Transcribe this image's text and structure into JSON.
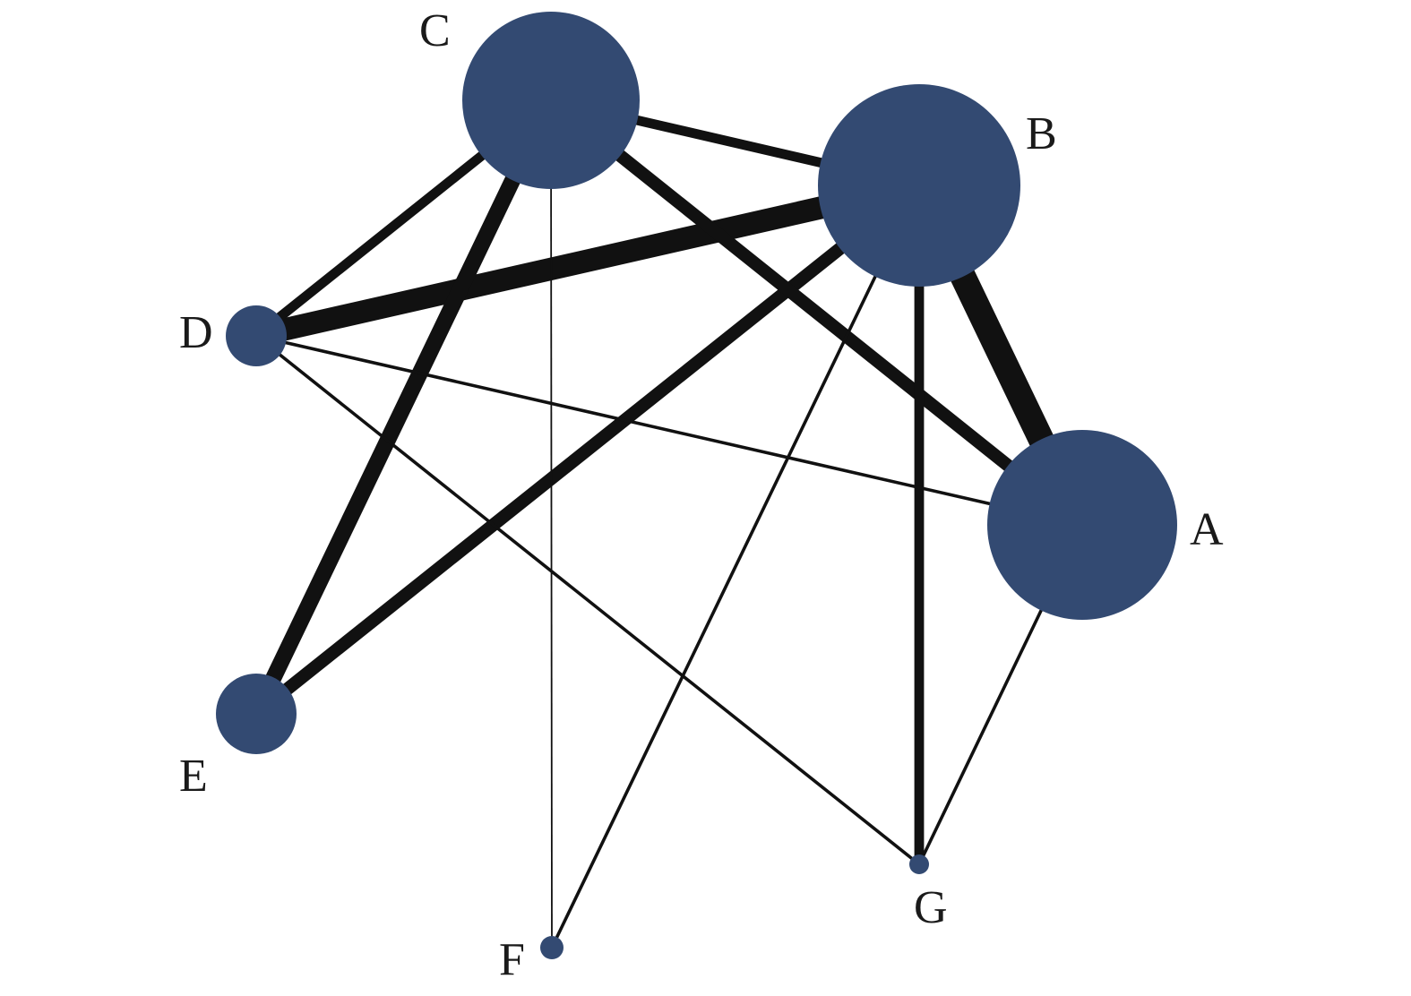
{
  "diagram": {
    "type": "network",
    "colors": {
      "node": "#334a72",
      "edge": "#111111"
    },
    "nodes": [
      {
        "id": "A",
        "label": "A"
      },
      {
        "id": "B",
        "label": "B"
      },
      {
        "id": "C",
        "label": "C"
      },
      {
        "id": "D",
        "label": "D"
      },
      {
        "id": "E",
        "label": "E"
      },
      {
        "id": "F",
        "label": "F"
      },
      {
        "id": "G",
        "label": "G"
      }
    ],
    "edges": [
      {
        "source": "A",
        "target": "B",
        "weight": 8
      },
      {
        "source": "B",
        "target": "D",
        "weight": 7
      },
      {
        "source": "C",
        "target": "E",
        "weight": 5
      },
      {
        "source": "B",
        "target": "E",
        "weight": 4
      },
      {
        "source": "C",
        "target": "A",
        "weight": 4
      },
      {
        "source": "C",
        "target": "B",
        "weight": 3
      },
      {
        "source": "C",
        "target": "D",
        "weight": 3
      },
      {
        "source": "B",
        "target": "G",
        "weight": 3
      },
      {
        "source": "D",
        "target": "A",
        "weight": 1
      },
      {
        "source": "D",
        "target": "G",
        "weight": 1
      },
      {
        "source": "B",
        "target": "F",
        "weight": 1
      },
      {
        "source": "A",
        "target": "G",
        "weight": 1
      },
      {
        "source": "C",
        "target": "F",
        "weight": 0.5
      }
    ]
  }
}
